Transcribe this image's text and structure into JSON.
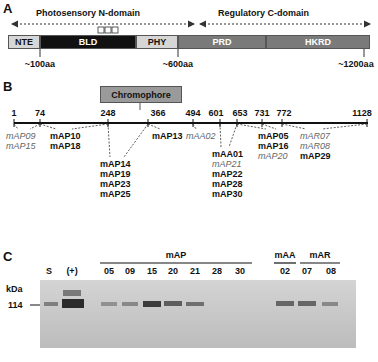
{
  "diagram": {
    "nodes": [
      {
        "text": [
          "NTE"
        ]
      },
      {
        "text": [
          "BLD"
        ]
      },
      {
        "text": [
          "PHY"
        ]
      },
      {
        "text": [
          "PRD"
        ]
      },
      {
        "text": [
          "HKRD"
        ]
      },
      {
        "text": [
          "Chromophore"
        ]
      }
    ],
    "labels": [
      "A",
      "Photosensory N-domain",
      "Regulatory C-domain",
      "~100aa",
      "~600aa",
      "~1200aa",
      "B",
      "1",
      "74",
      "248",
      "366",
      "494",
      "601",
      "653",
      "731",
      "772",
      "1128",
      "mAP09",
      "mAP15",
      "mAP10",
      "mAP18",
      "mAP13",
      "mAA02",
      "mAP14",
      "mAP19",
      "mAP23",
      "mAP25",
      "mAA01",
      "mAP21",
      "mAP22",
      "mAP28",
      "mAP30",
      "mAP05",
      "mAP16",
      "mAP20",
      "mAR07",
      "mAR08",
      "mAP29",
      "C",
      "kDa",
      "114",
      "S",
      "(+)",
      "mAP",
      "mAA",
      "mAR",
      "05",
      "09",
      "15",
      "20",
      "21",
      "28",
      "30",
      "02",
      "07",
      "08"
    ]
  }
}
